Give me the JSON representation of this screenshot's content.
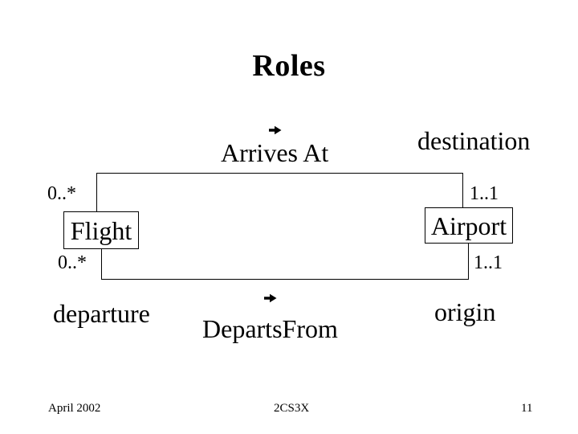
{
  "colors": {
    "background": "#ffffff",
    "ink": "#000000"
  },
  "slide": {
    "title": "Roles",
    "diagram": {
      "flight_class": "Flight",
      "airport_class": "Airport",
      "arrives": {
        "name": "Arrives At",
        "direction_icon": "right-arrow-icon",
        "destination_role": "destination",
        "flight_multiplicity": "0..*",
        "airport_multiplicity": "1..1"
      },
      "departs": {
        "name": "DepartsFrom",
        "direction_icon": "right-arrow-icon",
        "departure_role": "departure",
        "origin_role": "origin",
        "flight_multiplicity": "0..*",
        "airport_multiplicity": "1..1"
      }
    },
    "footer": {
      "date": "April 2002",
      "course_code": "2CS3X",
      "slide_number": "11"
    }
  }
}
